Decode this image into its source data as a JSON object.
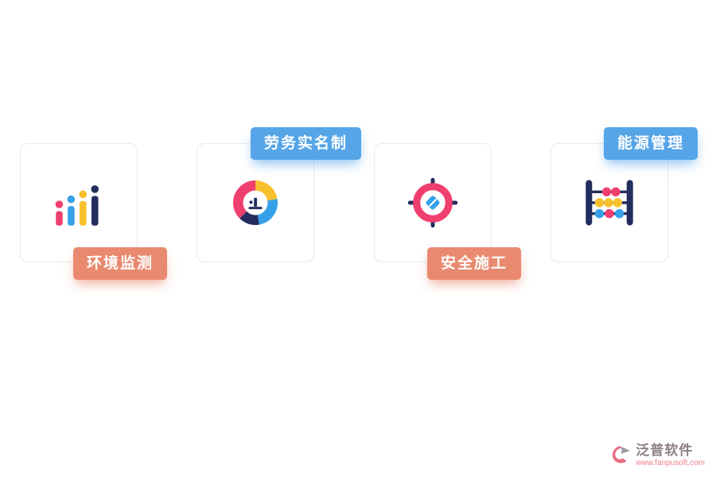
{
  "cards": [
    {
      "label": "环境监测",
      "icon": "bar-chart-icon",
      "tag_color": "#e98a70",
      "tag_position": "bottom"
    },
    {
      "label": "劳务实名制",
      "icon": "donut-chart-icon",
      "tag_color": "#56a5e8",
      "tag_position": "top"
    },
    {
      "label": "安全施工",
      "icon": "target-icon",
      "tag_color": "#e98a70",
      "tag_position": "bottom"
    },
    {
      "label": "能源管理",
      "icon": "abacus-icon",
      "tag_color": "#56a5e8",
      "tag_position": "top"
    }
  ],
  "colors": {
    "tag_blue": "#56a5e8",
    "tag_orange": "#e98a70",
    "icon_pink": "#ef3f6e",
    "icon_blue": "#35a0e8",
    "icon_yellow": "#f8c02c",
    "icon_navy": "#232e5e"
  },
  "footer": {
    "brand": "泛普软件",
    "url": "www.fanpusoft.com"
  }
}
